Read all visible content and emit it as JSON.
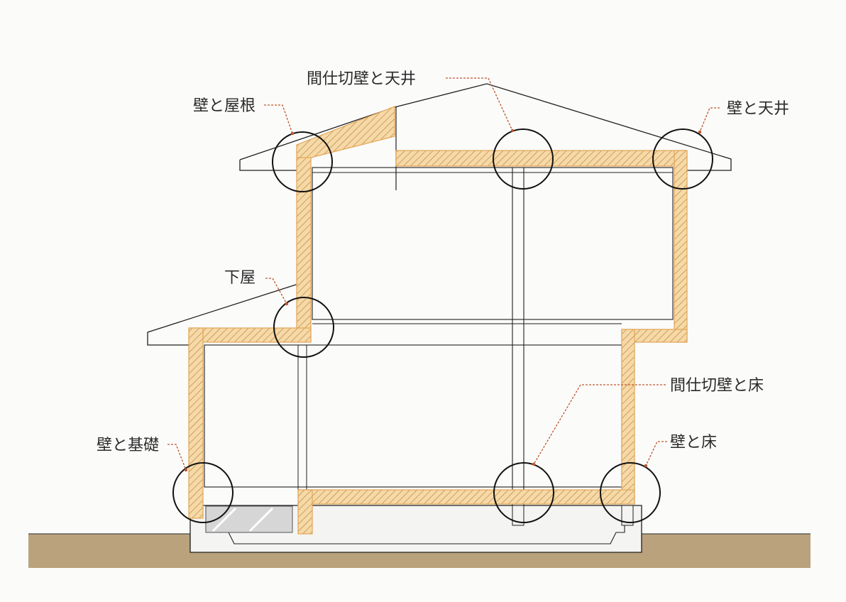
{
  "labels": {
    "wall_roof": "壁と屋根",
    "partition_ceiling": "間仕切壁と天井",
    "wall_ceiling": "壁と天井",
    "lower_roof": "下屋",
    "partition_floor": "間仕切壁と床",
    "wall_foundation": "壁と基礎",
    "wall_floor": "壁と床"
  },
  "colors": {
    "insulation_fill": "#f6d9a6",
    "insulation_edge": "#e3a557",
    "hatch": "#b8894a",
    "leader": "#c0572e",
    "ground": "#b9a27c",
    "line": "#1f1f1f"
  }
}
